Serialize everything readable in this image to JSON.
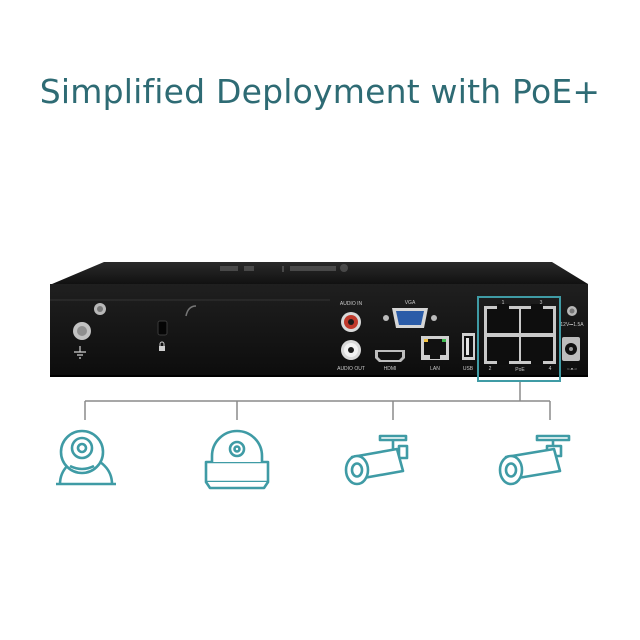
{
  "headline": "Simplified Deployment with PoE+",
  "nvr": {
    "port_labels": {
      "audio_in": "AUDIO IN",
      "audio_out": "AUDIO OUT",
      "vga": "VGA",
      "hdmi": "HDMI",
      "lan": "LAN",
      "usb": "USB",
      "poe": "PoE",
      "power": "12V⎓1.5A",
      "poe_port_1": "1",
      "poe_port_2": "2",
      "poe_port_3": "3",
      "poe_port_4": "4"
    }
  },
  "colors": {
    "accent": "#3f9ba5",
    "headline": "#2e6b74",
    "device": "#1d1d1d",
    "connector": "#8a8a8a"
  },
  "icons": [
    "turret-camera-icon",
    "dome-camera-icon",
    "bullet-camera-icon",
    "bullet-camera-icon"
  ]
}
